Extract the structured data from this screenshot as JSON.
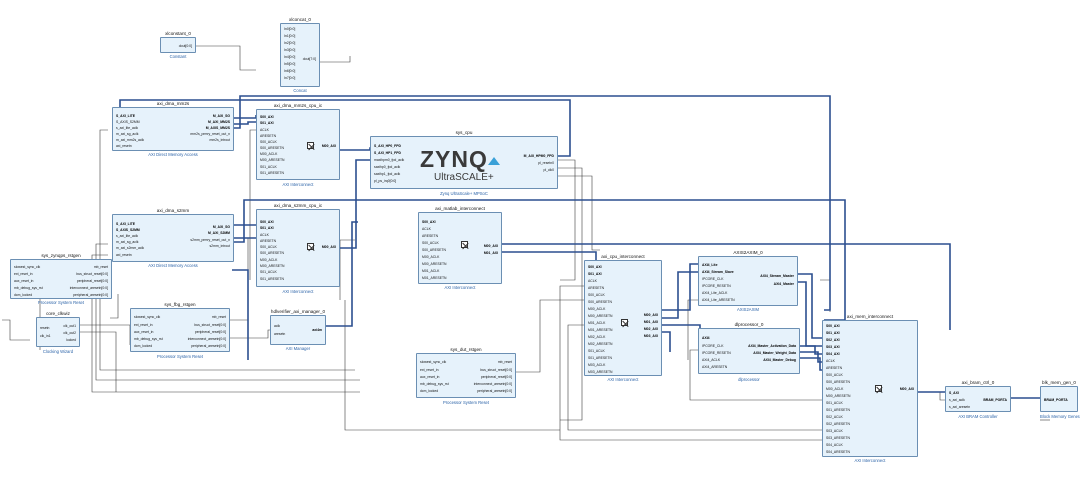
{
  "blocks": {
    "xlconstant_0": {
      "title": "xlconstant_0",
      "sub": "Constant",
      "pins_r": [
        "dout[0:0]"
      ]
    },
    "xlconcat_0": {
      "title": "xlconcat_0",
      "sub": "Concat",
      "pins_l": [
        "In0[0:0]",
        "In1[0:0]",
        "In2[0:0]",
        "In3[0:0]",
        "In4[0:0]",
        "In5[0:0]",
        "In6[0:0]",
        "In7[0:0]"
      ],
      "pins_r": [
        "dout[7:0]"
      ]
    },
    "axi_dma_mm2s": {
      "title": "axi_dma_mm2s",
      "sub": "AXI Direct Memory Access",
      "pins_l": [
        "S_AXI_LITE",
        "S_AXIS_S2MM",
        "s_axi_lite_aclk",
        "m_axi_sg_aclk",
        "m_axi_mm2s_aclk",
        "axi_resetn"
      ],
      "pins_r": [
        "M_AXI_SG",
        "M_AXI_MM2S",
        "M_AXIS_MM2S",
        "mm2s_prmry_reset_out_n",
        "mm2s_introut"
      ]
    },
    "axi_dma_mm2s_cpu_ic": {
      "title": "axi_dma_mm2s_cpu_ic",
      "sub": "AXI Interconnect",
      "pins_l": [
        "S00_AXI",
        "S01_AXI",
        "ACLK",
        "ARESETN",
        "S00_ACLK",
        "S00_ARESETN",
        "M00_ACLK",
        "M00_ARESETN",
        "S01_ACLK",
        "S01_ARESETN"
      ],
      "pins_r": [
        "M00_AXI"
      ]
    },
    "sys_cpu": {
      "title": "sys_cpu",
      "sub": "Zynq UltraScale+ MPSoC",
      "pins_l": [
        "S_AXI_HP0_FPD",
        "S_AXI_HP1_FPD",
        "maxihpm0_fpd_aclk",
        "saxihp0_fpd_aclk",
        "saxihp1_fpd_aclk",
        "pl_ps_irq0[0:0]"
      ],
      "pins_r": [
        "M_AXI_HPM0_FPD",
        "pl_resetn0",
        "pl_clk0"
      ],
      "logo_main": "ZYNQ",
      "logo_sub": "UltraSCALE+"
    },
    "axi_dma_s2mm": {
      "title": "axi_dma_s2mm",
      "sub": "AXI Direct Memory Access",
      "pins_l": [
        "S_AXI_LITE",
        "S_AXIS_S2MM",
        "s_axi_lite_aclk",
        "m_axi_sg_aclk",
        "m_axi_s2mm_aclk",
        "axi_resetn"
      ],
      "pins_r": [
        "M_AXI_SG",
        "M_AXI_S2MM",
        "s2mm_prmry_reset_out_n",
        "s2mm_introut"
      ]
    },
    "axi_dma_s2mm_cpu_ic": {
      "title": "axi_dma_s2mm_cpu_ic",
      "sub": "AXI Interconnect",
      "pins_l": [
        "S00_AXI",
        "S01_AXI",
        "ACLK",
        "ARESETN",
        "S00_ACLK",
        "S00_ARESETN",
        "M00_ACLK",
        "M00_ARESETN",
        "S01_ACLK",
        "S01_ARESETN"
      ],
      "pins_r": [
        "M00_AXI"
      ]
    },
    "axi_matlab_interconnect": {
      "title": "axi_matlab_interconnect",
      "sub": "AXI Interconnect",
      "pins_l": [
        "S00_AXI",
        "ACLK",
        "ARESETN",
        "S00_ACLK",
        "S00_ARESETN",
        "M00_ACLK",
        "M00_ARESETN",
        "M01_ACLK",
        "M01_ARESETN"
      ],
      "pins_r": [
        "M00_AXI",
        "M01_AXI"
      ]
    },
    "sys_zynqps_rstgen": {
      "title": "sys_zynqps_rstgen",
      "sub": "Processor System Reset",
      "pins_l": [
        "slowest_sync_clk",
        "ext_reset_in",
        "aux_reset_in",
        "mb_debug_sys_rst",
        "dcm_locked"
      ],
      "pins_r": [
        "mb_reset",
        "bus_struct_reset[0:0]",
        "peripheral_reset[0:0]",
        "interconnect_aresetn[0:0]",
        "peripheral_aresetn[0:0]"
      ]
    },
    "core_clkwiz": {
      "title": "core_clkwiz",
      "sub": "Clocking Wizard",
      "pins_l": [
        "resetn",
        "clk_in1"
      ],
      "pins_r": [
        "clk_out1",
        "clk_out2",
        "locked"
      ]
    },
    "sys_fbg_rstgen": {
      "title": "sys_fbg_rstgen",
      "sub": "Processor System Reset",
      "pins_l": [
        "slowest_sync_clk",
        "ext_reset_in",
        "aux_reset_in",
        "mb_debug_sys_rst",
        "dcm_locked"
      ],
      "pins_r": [
        "mb_reset",
        "bus_struct_reset[0:0]",
        "peripheral_reset[0:0]",
        "interconnect_aresetn[0:0]",
        "peripheral_aresetn[0:0]"
      ]
    },
    "hdlverifier_axi_manager_0": {
      "title": "hdlverifier_axi_manager_0",
      "sub": "AXI Manager",
      "pins_l": [
        "aclk",
        "aresetn"
      ],
      "pins_r": [
        "axi4m"
      ]
    },
    "sys_dut_rstgen": {
      "title": "sys_dut_rstgen",
      "sub": "Processor System Reset",
      "pins_l": [
        "slowest_sync_clk",
        "ext_reset_in",
        "aux_reset_in",
        "mb_debug_sys_rst",
        "dcm_locked"
      ],
      "pins_r": [
        "mb_reset",
        "bus_struct_reset[0:0]",
        "peripheral_reset[0:0]",
        "interconnect_aresetn[0:0]",
        "peripheral_aresetn[0:0]"
      ]
    },
    "axi_cpu_interconnect": {
      "title": "axi_cpu_interconnect",
      "sub": "AXI Interconnect",
      "pins_l": [
        "S00_AXI",
        "S01_AXI",
        "ACLK",
        "ARESETN",
        "S00_ACLK",
        "S00_ARESETN",
        "M00_ACLK",
        "M00_ARESETN",
        "M01_ACLK",
        "M01_ARESETN",
        "M02_ACLK",
        "M02_ARESETN",
        "S01_ACLK",
        "S01_ARESETN",
        "M03_ACLK",
        "M03_ARESETN"
      ],
      "pins_r": [
        "M00_AXI",
        "M01_AXI",
        "M02_AXI",
        "M03_AXI"
      ]
    },
    "AXIS2AXIM_0": {
      "title": "AXIS2AXIM_0",
      "sub": "AXIS2AXIM",
      "pins_l": [
        "AXI4_Lite",
        "AXI4_Stream_Slave",
        "IPCORE_CLK",
        "IPCORE_RESETN",
        "AXI4_Lite_ACLK",
        "AXI4_Lite_ARESETN"
      ],
      "pins_r": [
        "AXI4_Stream_Master",
        "AXI4_Master"
      ]
    },
    "dlprocessor_0": {
      "title": "dlprocessor_0",
      "sub": "dlprocessor",
      "pins_l": [
        "AXI4",
        "IPCORE_CLK",
        "IPCORE_RESETN",
        "AXI4_ACLK",
        "AXI4_ARESETN"
      ],
      "pins_r": [
        "AXI4_Master_Activation_Data",
        "AXI4_Master_Weight_Data",
        "AXI4_Master_Debug"
      ]
    },
    "axi_mem_interconnect": {
      "title": "axi_mem_interconnect",
      "sub": "AXI Interconnect",
      "pins_l": [
        "S00_AXI",
        "S01_AXI",
        "S02_AXI",
        "S03_AXI",
        "S04_AXI",
        "ACLK",
        "ARESETN",
        "S00_ACLK",
        "S00_ARESETN",
        "M00_ACLK",
        "M00_ARESETN",
        "S01_ACLK",
        "S01_ARESETN",
        "S02_ACLK",
        "S02_ARESETN",
        "S03_ACLK",
        "S03_ARESETN",
        "S04_ACLK",
        "S04_ARESETN"
      ],
      "pins_r": [
        "M00_AXI"
      ]
    },
    "axi_bram_ctrl_0": {
      "title": "axi_bram_ctrl_0",
      "sub": "AXI BRAM Controller",
      "pins_l": [
        "S_AXI",
        "s_axi_aclk",
        "s_axi_aresetn"
      ],
      "pins_r": [
        "BRAM_PORTA"
      ]
    },
    "blk_mem_gen_0": {
      "title": "blk_mem_gen_0",
      "sub": "Block Memory Generator",
      "pins_l": [
        "BRAM_PORTA"
      ],
      "pins_r": []
    }
  },
  "colors": {
    "block_fill": "#e6f2fb",
    "block_border": "#6b8fb3",
    "bus_wire": "#2c4f8f",
    "net_wire": "#3a3a3a",
    "subtitle": "#2b63a8"
  }
}
